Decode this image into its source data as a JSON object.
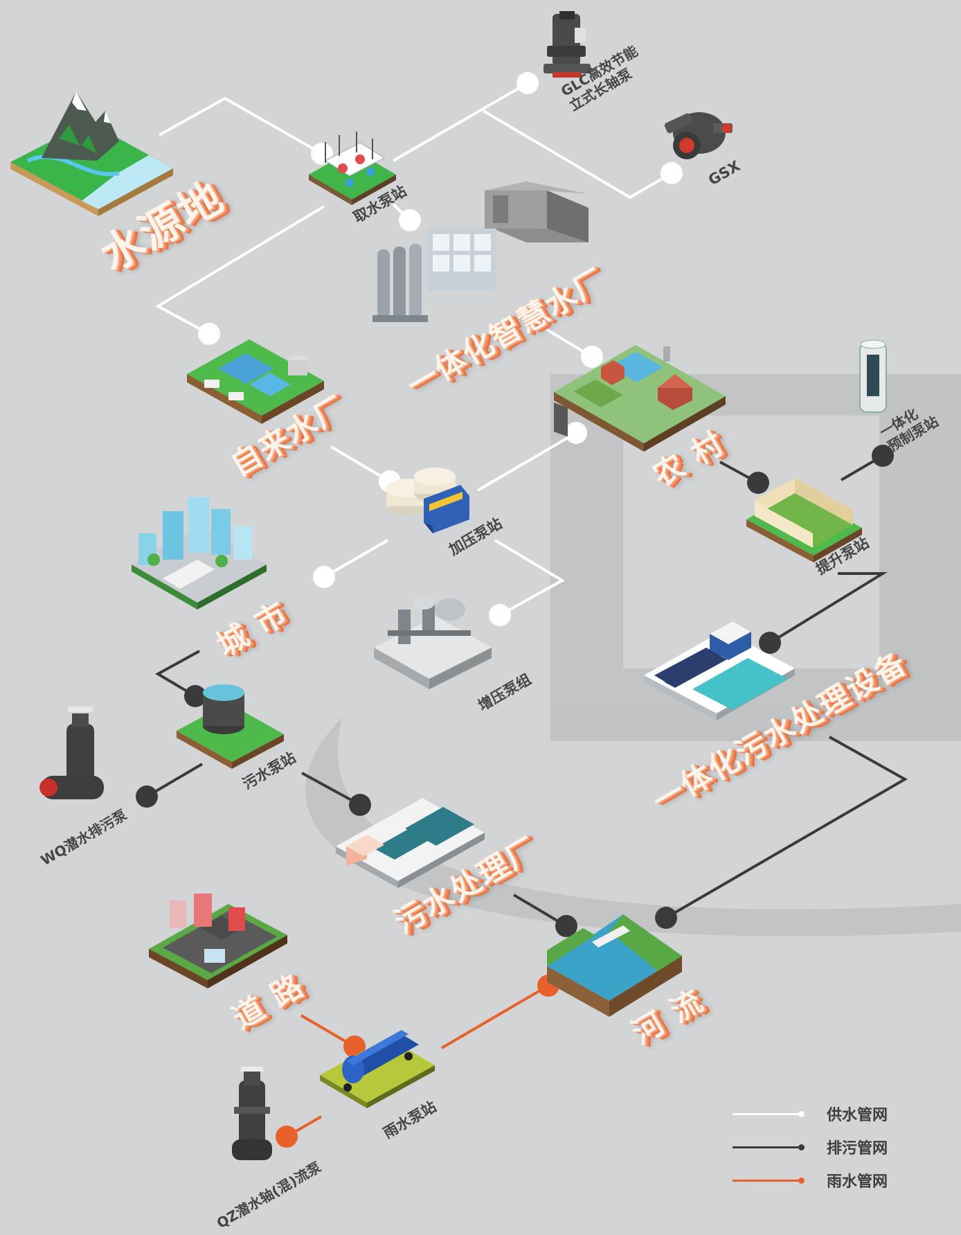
{
  "labels": {
    "water_source": "水源地",
    "water_plant": "自来水厂",
    "smart_plant": "一体化智慧水厂",
    "village": "农  村",
    "city": "城  市",
    "road": "道  路",
    "river": "河  流",
    "sewage_plant": "污水处理厂",
    "integrated_sewage": "一体化污水处理设备",
    "intake_station": "取水泵站",
    "booster_station": "加压泵站",
    "booster_unit": "增压泵组",
    "lift_station": "提升泵站",
    "sewage_station": "污水泵站",
    "rain_station": "雨水泵站",
    "glc_pump": "GLC高效节能\n立式长轴泵",
    "gsx_pump": "GSX",
    "prefab_station": "一体化\n预制泵站",
    "wq_pump": "WQ潜水排污泵",
    "qz_pump": "QZ潜水轴(混)流泵"
  },
  "legend": [
    {
      "label": "供水管网",
      "color": "#ffffff"
    },
    {
      "label": "排污管网",
      "color": "#3a3a3a"
    },
    {
      "label": "雨水管网",
      "color": "#e8612a"
    }
  ],
  "colors": {
    "background": "#d3d4d5",
    "band": "#bfc1c3",
    "supply": "#ffffff",
    "sewage": "#3a3a3a",
    "rain": "#e8612a",
    "label_face": "#fff4ec",
    "label_side": "#ee8152"
  }
}
